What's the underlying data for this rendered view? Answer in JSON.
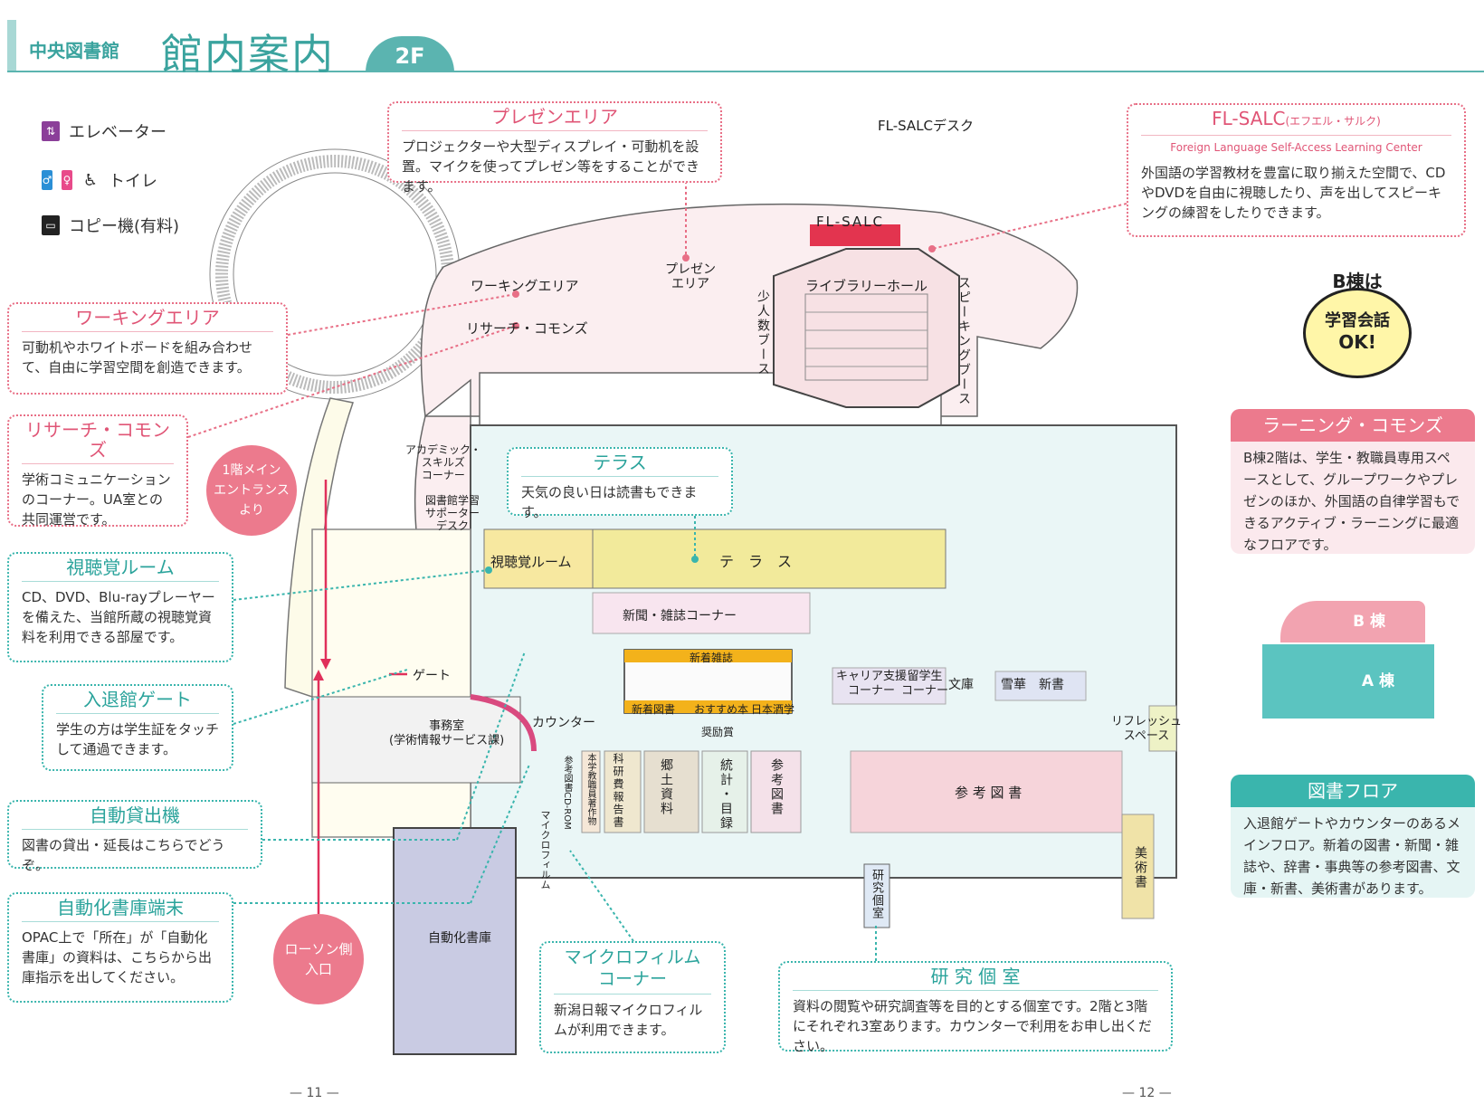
{
  "header": {
    "subtitle": "中央図書館",
    "title": "館内案内",
    "floor": "2F"
  },
  "legend": [
    {
      "icon": "elevator-icon",
      "label": "エレベーター"
    },
    {
      "icon": "toilet-icon",
      "label": "トイレ"
    },
    {
      "icon": "copier-icon",
      "label": "コピー機(有料)"
    }
  ],
  "callouts": {
    "presen": {
      "title": "プレゼンエリア",
      "body": "プロジェクターや大型ディスプレイ・可動机を設置。マイクを使ってプレゼン等をすることができます。"
    },
    "flsalc": {
      "title": "FL-SALC",
      "title_small": "(エフエル・サルク)",
      "subtitle": "Foreign Language Self-Access Learning Center",
      "body": "外国語の学習教材を豊富に取り揃えた空間で、CDやDVDを自由に視聴したり、声を出してスピーキングの練習をしたりできます。"
    },
    "working": {
      "title": "ワーキングエリア",
      "body": "可動机やホワイトボードを組み合わせて、自由に学習空間を創造できます。"
    },
    "research": {
      "title": "リサーチ・コモンズ",
      "body": "学術コミュニケーションのコーナー。UA室との共同運営です。"
    },
    "av": {
      "title": "視聴覚ルーム",
      "body": "CD、DVD、Blu-rayプレーヤーを備えた、当館所蔵の視聴覚資料を利用できる部屋です。"
    },
    "gate": {
      "title": "入退館ゲート",
      "body": "学生の方は学生証をタッチして通過できます。"
    },
    "lending": {
      "title": "自動貸出機",
      "body": "図書の貸出・延長はこちらでどうぞ。"
    },
    "auto_terminal": {
      "title": "自動化書庫端末",
      "body": "OPAC上で「所在」が「自動化書庫」の資料は、こちらから出庫指示を出してください。"
    },
    "terrace": {
      "title": "テラス",
      "body": "天気の良い日は読書もできます。"
    },
    "microfilm": {
      "title": "マイクロフィルム コーナー",
      "body": "新潟日報マイクロフィルムが利用できます。"
    },
    "study_room": {
      "title": "研 究 個 室",
      "body": "資料の閲覧や研究調査等を目的とする個室です。2階と3階にそれぞれ3室あります。カウンターで利用をお申し出ください。"
    }
  },
  "panels": {
    "b_bubble": {
      "line1": "B棟は",
      "line2": "学習会話",
      "line3": "OK!"
    },
    "learning_commons": {
      "title": "ラーニング・コモンズ",
      "body": "B棟2階は、学生・教職員専用スペースとして、グループワークやプレゼンのほか、外国語の自律学習もできるアクティブ・ラーニングに最適なフロアです。"
    },
    "keymap": {
      "b": "B 棟",
      "a": "A 棟"
    },
    "book_floor": {
      "title": "図書フロア",
      "body": "入退館ゲートやカウンターのあるメインフロア。新着の図書・新聞・雑誌や、辞書・事典等の参考図書、文庫・新書、美術書があります。"
    }
  },
  "map": {
    "fl_salc_desk": "FL-SALCデスク",
    "fl_salc": "FL-SALC",
    "working_area": "ワーキングエリア",
    "research_commons": "リサーチ・コモンズ",
    "presen_area": "プレゼン\nエリア",
    "library_hall": "ライブラリーホール",
    "small_booth": "少人数ブース",
    "speaking_booth": "スピーキングブース",
    "academic_skills": "アカデミック・\nスキルズ\nコーナー",
    "supporter_desk": "図書館学習\nサポーター\nデスク",
    "av_room": "視聴覚ルーム",
    "terrace": "テ　ラ　ス",
    "news_corner": "新聞・雑誌コーナー",
    "new_magazines": "新着雑誌",
    "new_books": "新着図書",
    "recommended": "おすすめ本",
    "japan_sake": "日本酒学",
    "encouragement": "奨励賞",
    "career": "キャリア支援\nコーナー",
    "intl_student": "留学生\nコーナー",
    "bunko": "文庫",
    "sekka_shinsho": "雪華　新書",
    "refresh": "リフレッシュ\nスペース",
    "reference": "参 考 図 書",
    "art": "美術書",
    "study_room": "研究個室",
    "office": "事務室\n(学術情報サービス課)",
    "counter": "カウンター",
    "gate": "ゲート",
    "entrance_main": "1階メイン\nエントランス\nより",
    "lawson": "ローソン側\n入口",
    "auto_storage": "自動化書庫",
    "microfilm": "マイクロフィルム",
    "ref_cdrom": "参考図書CD-ROM",
    "faculty_works": "本学教職員著作物",
    "kaken": "科研費報告書",
    "local": "郷土資料",
    "stats": "統計・目録",
    "ref_books": "参考図書"
  },
  "pages": {
    "left": "— 11 —",
    "right": "— 12 —"
  },
  "colors": {
    "teal": "#3ab5ad",
    "pink": "#e86f86",
    "yellow": "#f7e8a0",
    "gold": "#f3b21b",
    "purple": "#8b3f99"
  }
}
